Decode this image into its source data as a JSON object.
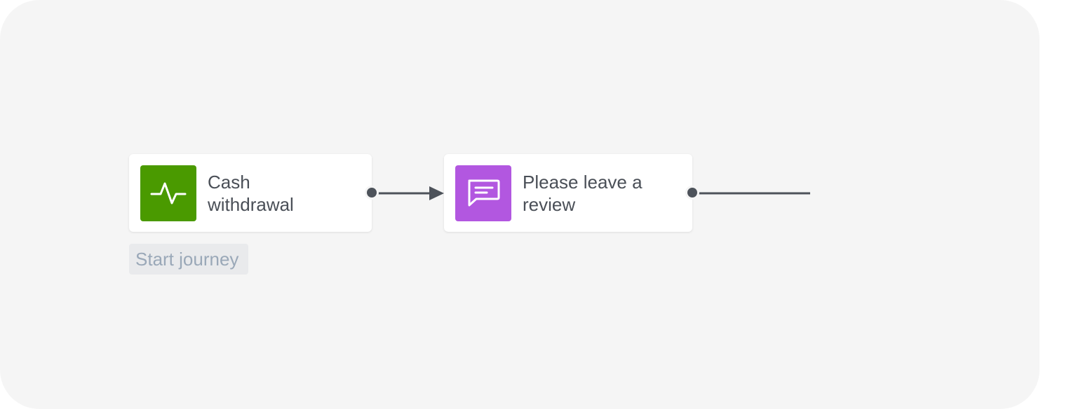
{
  "nodes": {
    "trigger": {
      "title": "Cash withdrawal",
      "icon": "activity-pulse-icon",
      "color": "#4a9a00"
    },
    "message": {
      "title": "Please leave a review",
      "icon": "chat-message-icon",
      "color": "#b257e0"
    }
  },
  "start_label": "Start journey",
  "colors": {
    "canvas": "#f5f5f5",
    "connector": "#4d525a",
    "label_bg": "#e9eaec",
    "label_text": "#9aa8b8"
  }
}
